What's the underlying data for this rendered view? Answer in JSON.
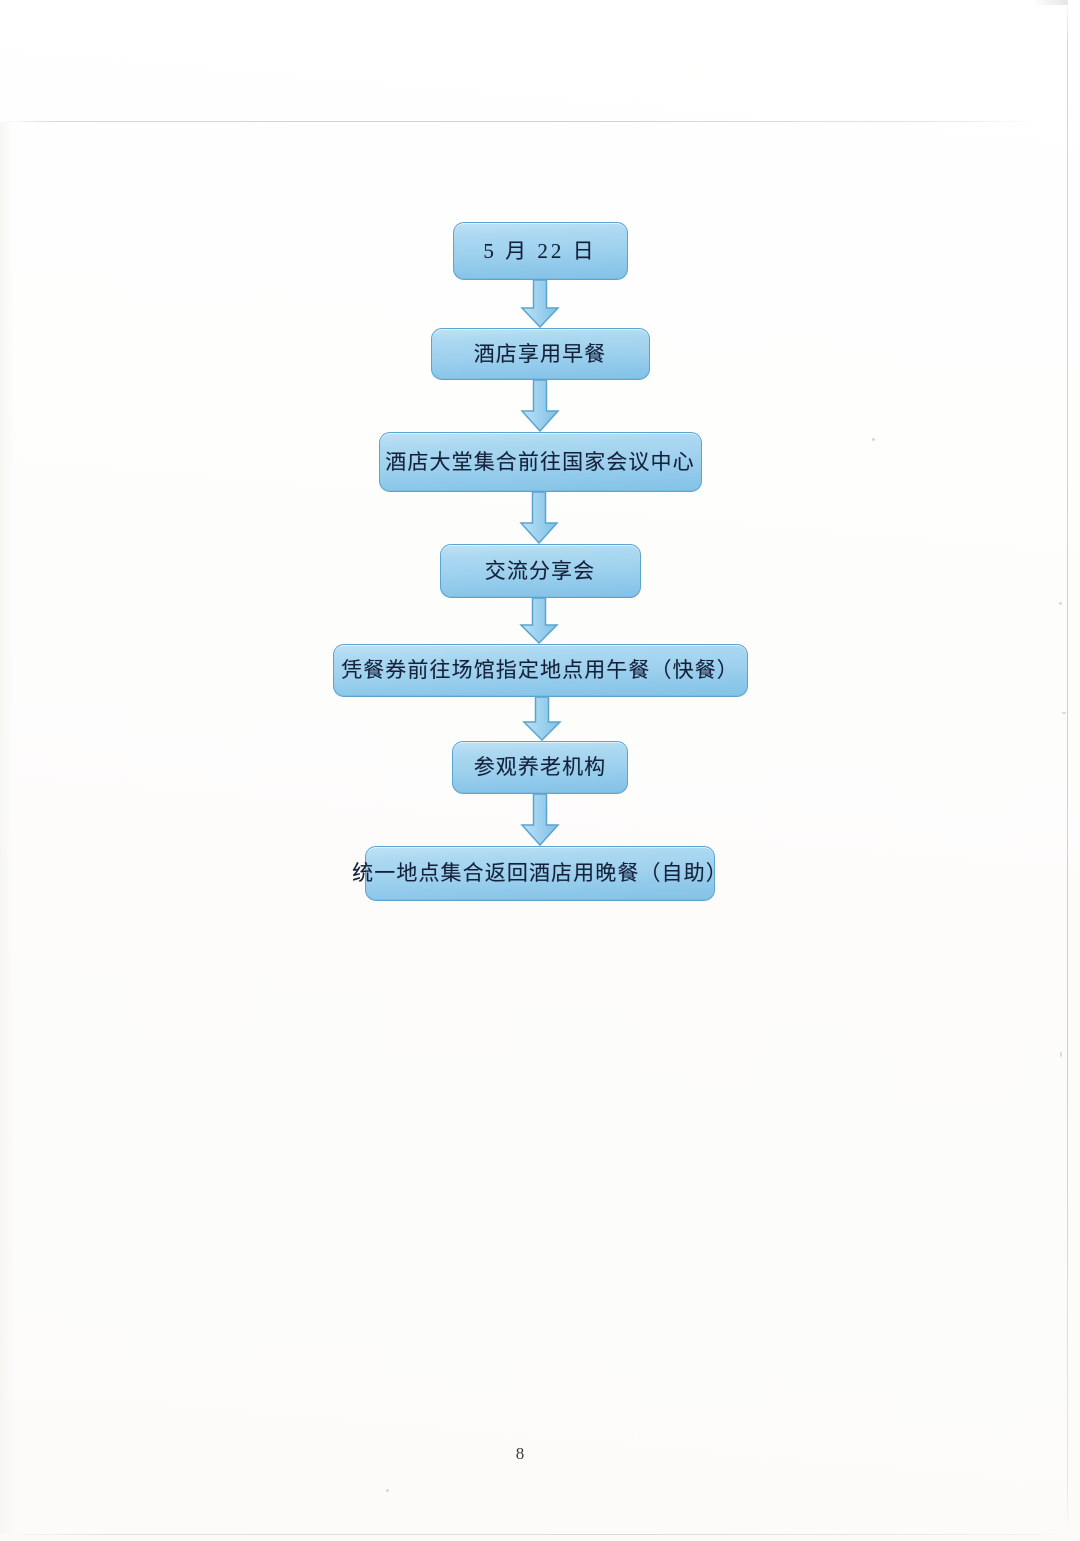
{
  "document": {
    "page_number": "8"
  },
  "flowchart": {
    "type": "vertical-flow",
    "orientation": "top-to-bottom",
    "accent_fill": "#9ed1ee",
    "accent_border": "#5ba4cf",
    "text_color": "#14213b",
    "nodes": [
      {
        "id": "n1",
        "label": "5 月 22 日",
        "kind": "date-header"
      },
      {
        "id": "n2",
        "label": "酒店享用早餐",
        "kind": "step"
      },
      {
        "id": "n3",
        "label": "酒店大堂集合前往国家会议中心",
        "kind": "step"
      },
      {
        "id": "n4",
        "label": "交流分享会",
        "kind": "step"
      },
      {
        "id": "n5",
        "label": "凭餐券前往场馆指定地点用午餐（快餐）",
        "kind": "step"
      },
      {
        "id": "n6",
        "label": "参观养老机构",
        "kind": "step"
      },
      {
        "id": "n7",
        "label": "统一地点集合返回酒店用晚餐（自助）",
        "kind": "step"
      }
    ],
    "connectors": [
      {
        "from": "n1",
        "to": "n2",
        "icon": "down-arrow-icon"
      },
      {
        "from": "n2",
        "to": "n3",
        "icon": "down-arrow-icon"
      },
      {
        "from": "n3",
        "to": "n4",
        "icon": "down-arrow-icon"
      },
      {
        "from": "n4",
        "to": "n5",
        "icon": "down-arrow-icon"
      },
      {
        "from": "n5",
        "to": "n6",
        "icon": "down-arrow-icon"
      },
      {
        "from": "n6",
        "to": "n7",
        "icon": "down-arrow-icon"
      }
    ]
  }
}
